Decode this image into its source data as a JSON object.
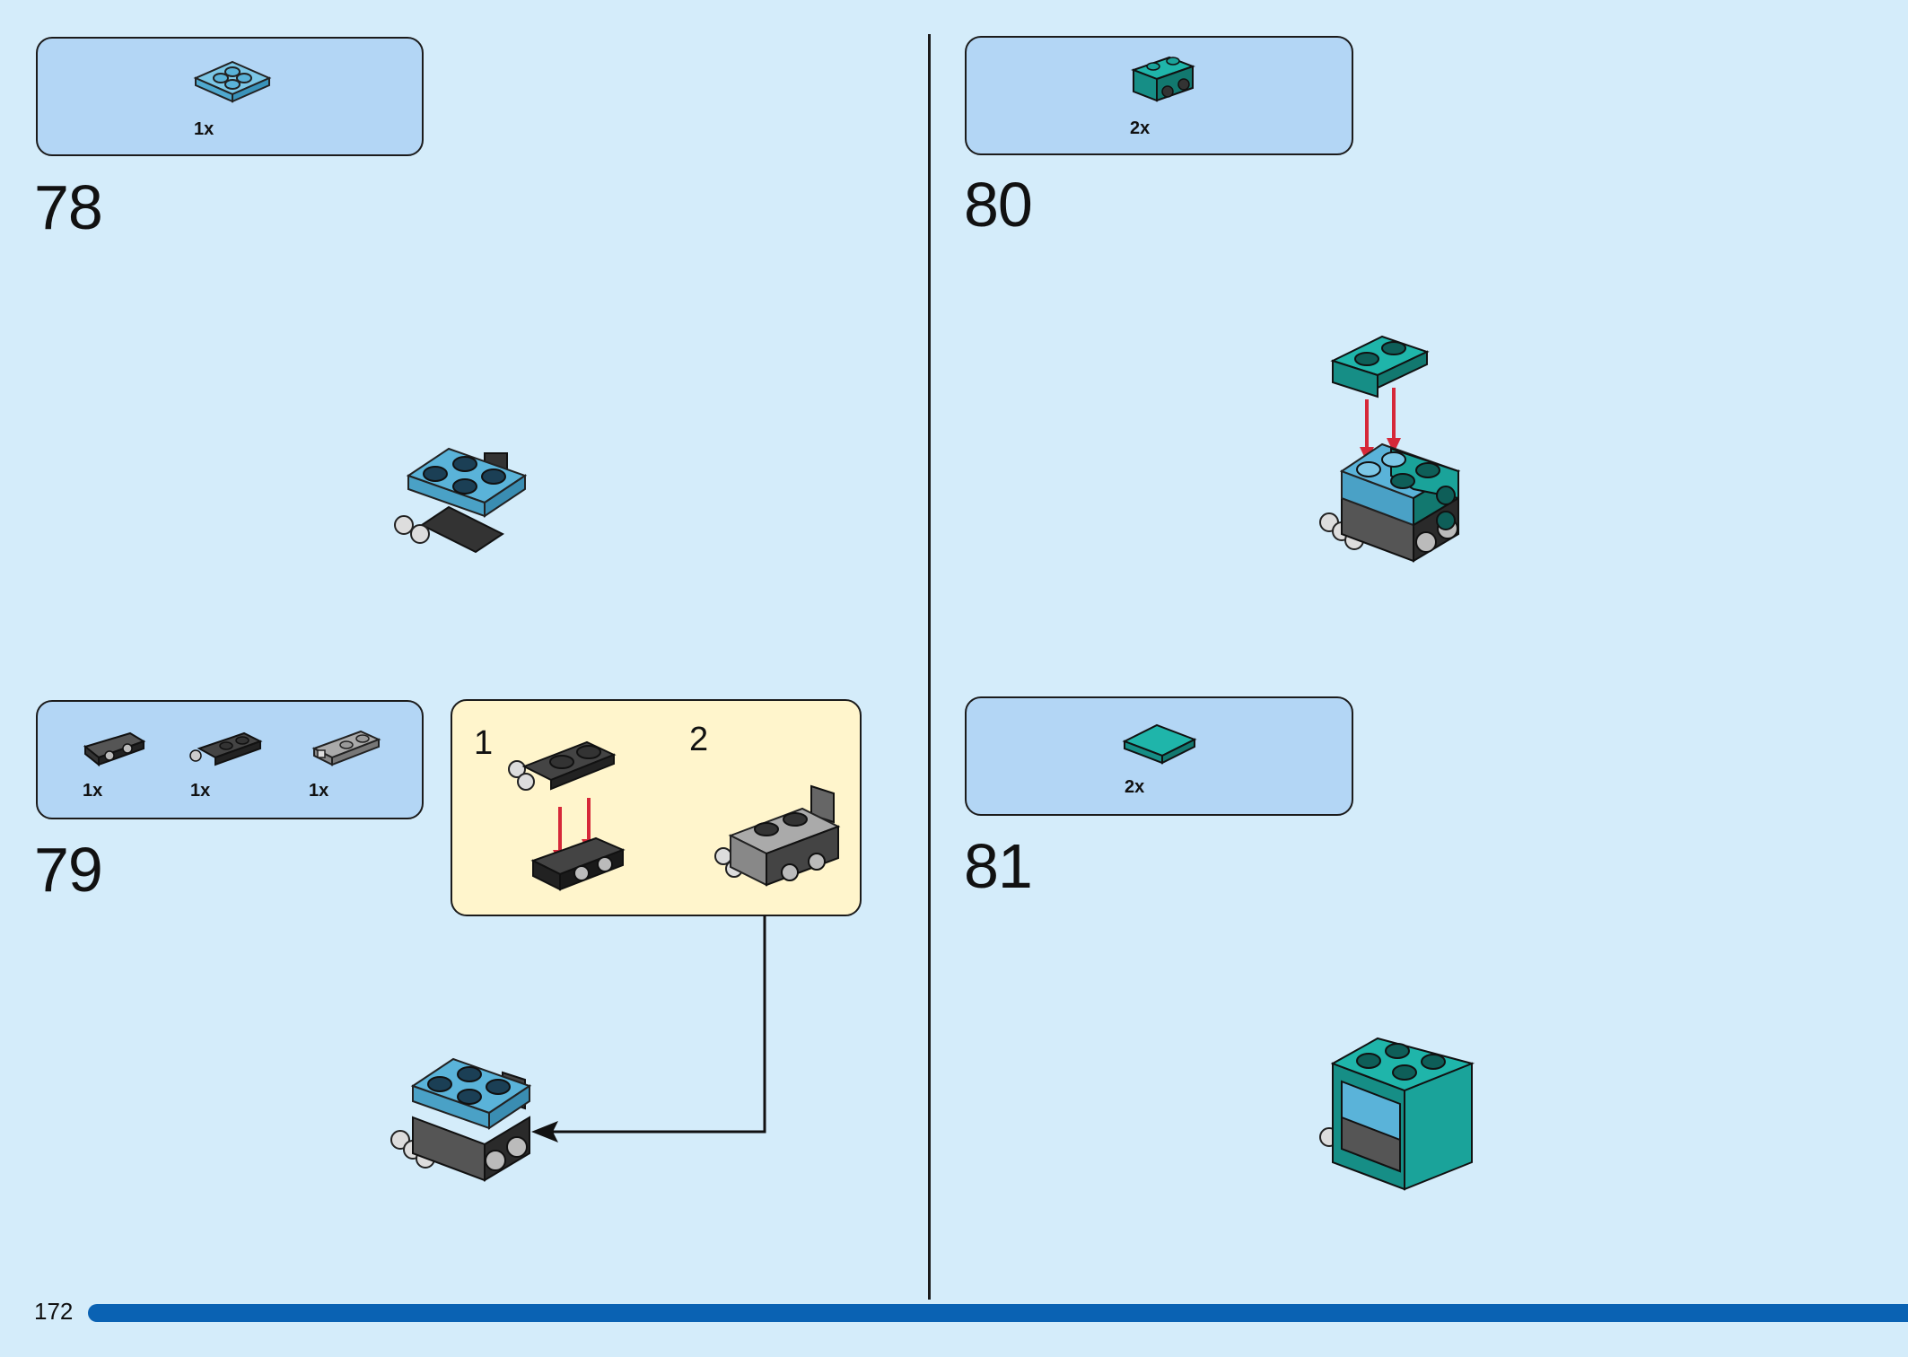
{
  "page": {
    "number": "172",
    "progress_fraction": 1.0
  },
  "steps": [
    {
      "id": "78",
      "number": "78",
      "parts": [
        {
          "qty": "1x",
          "icon": "light-blue-plate-2x2-icon"
        }
      ]
    },
    {
      "id": "79",
      "number": "79",
      "parts": [
        {
          "qty": "1x",
          "icon": "dark-gray-bracket-icon"
        },
        {
          "qty": "1x",
          "icon": "dark-gray-hinge-plate-icon"
        },
        {
          "qty": "1x",
          "icon": "gray-hinge-plate-icon"
        }
      ],
      "substeps": [
        {
          "number": "1"
        },
        {
          "number": "2"
        }
      ]
    },
    {
      "id": "80",
      "number": "80",
      "parts": [
        {
          "qty": "2x",
          "icon": "teal-bracket-icon"
        }
      ]
    },
    {
      "id": "81",
      "number": "81",
      "parts": [
        {
          "qty": "2x",
          "icon": "teal-tile-2x2-icon"
        }
      ]
    }
  ],
  "colors": {
    "background": "#d4ecfa",
    "parts_box": "#b3d6f5",
    "substep_box": "#fff5cc",
    "progress_bar": "#0a62b3",
    "arrow_red": "#d62839",
    "light_blue_brick": "#5ab3d9",
    "teal_brick": "#1aa39a",
    "dark_gray_brick": "#3a3a3a",
    "gray_brick": "#9b9b9b"
  }
}
